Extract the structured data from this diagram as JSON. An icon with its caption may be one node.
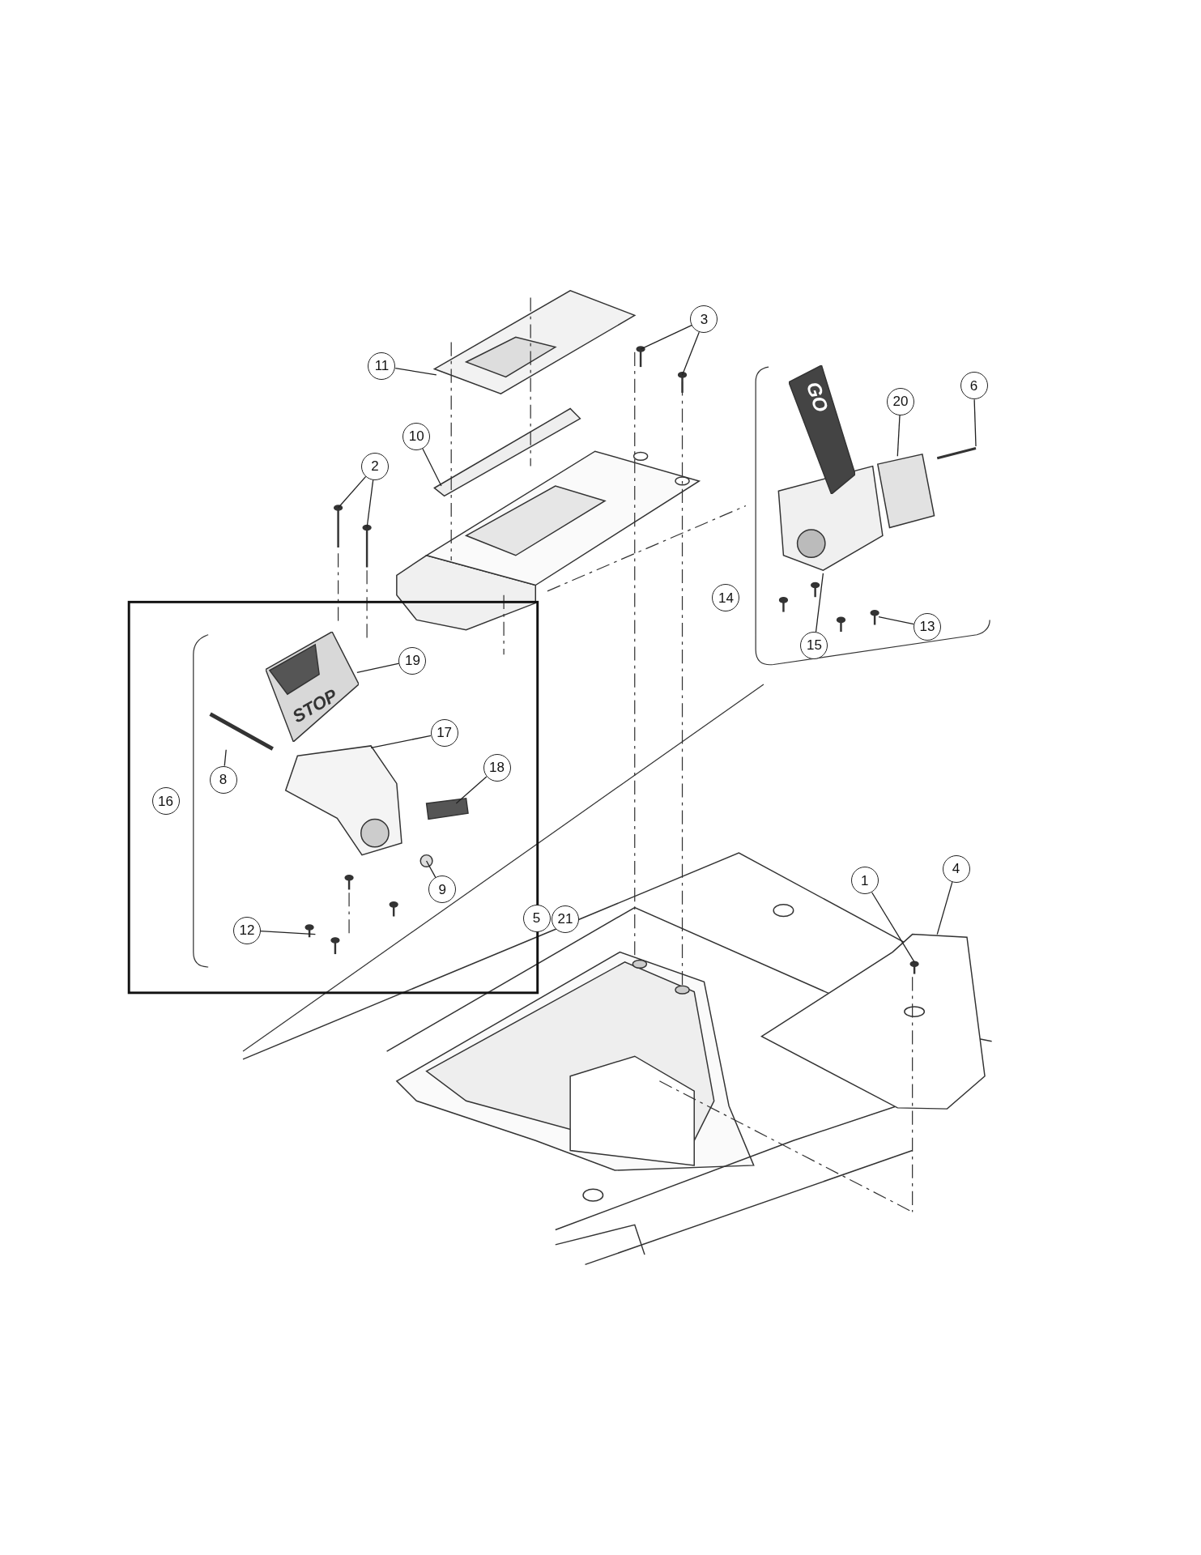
{
  "diagram": {
    "nodes": [
      {
        "text": [
          "1"
        ]
      },
      {
        "text": [
          "2"
        ]
      },
      {
        "text": [
          "3"
        ]
      },
      {
        "text": [
          "4"
        ]
      },
      {
        "text": [
          "5"
        ]
      },
      {
        "text": [
          "6"
        ]
      },
      {
        "text": [
          "8"
        ]
      },
      {
        "text": [
          "9"
        ]
      },
      {
        "text": [
          "10"
        ]
      },
      {
        "text": [
          "11"
        ]
      },
      {
        "text": [
          "12"
        ]
      },
      {
        "text": [
          "13"
        ]
      },
      {
        "text": [
          "14"
        ]
      },
      {
        "text": [
          "15"
        ]
      },
      {
        "text": [
          "16"
        ]
      },
      {
        "text": [
          "17"
        ]
      },
      {
        "text": [
          "18"
        ]
      },
      {
        "text": [
          "19"
        ]
      },
      {
        "text": [
          "20"
        ]
      },
      {
        "text": [
          "21"
        ]
      },
      {
        "text": [
          "STOP"
        ]
      },
      {
        "text": [
          "GO"
        ]
      }
    ],
    "edges": [
      {
        "from": 0,
        "to": null,
        "arrow": "none"
      },
      {
        "from": 1,
        "to": null,
        "arrow": "none"
      },
      {
        "from": 1,
        "to": null,
        "arrow": "none"
      },
      {
        "from": 2,
        "to": null,
        "arrow": "none"
      },
      {
        "from": 2,
        "to": null,
        "arrow": "none"
      },
      {
        "from": 3,
        "to": null,
        "arrow": "none"
      },
      {
        "from": 5,
        "to": null,
        "arrow": "none"
      },
      {
        "from": 6,
        "to": null,
        "arrow": "none"
      },
      {
        "from": 7,
        "to": null,
        "arrow": "none"
      },
      {
        "from": 8,
        "to": null,
        "arrow": "none"
      },
      {
        "from": 9,
        "to": null,
        "arrow": "none"
      },
      {
        "from": 10,
        "to": null,
        "arrow": "none"
      },
      {
        "from": 11,
        "to": null,
        "arrow": "none"
      },
      {
        "from": 13,
        "to": null,
        "arrow": "none"
      },
      {
        "from": 15,
        "to": null,
        "arrow": "none"
      },
      {
        "from": 16,
        "to": null,
        "arrow": "none"
      },
      {
        "from": 17,
        "to": 20,
        "arrow": "none"
      },
      {
        "from": 18,
        "to": null,
        "arrow": "none"
      }
    ],
    "labels": []
  }
}
